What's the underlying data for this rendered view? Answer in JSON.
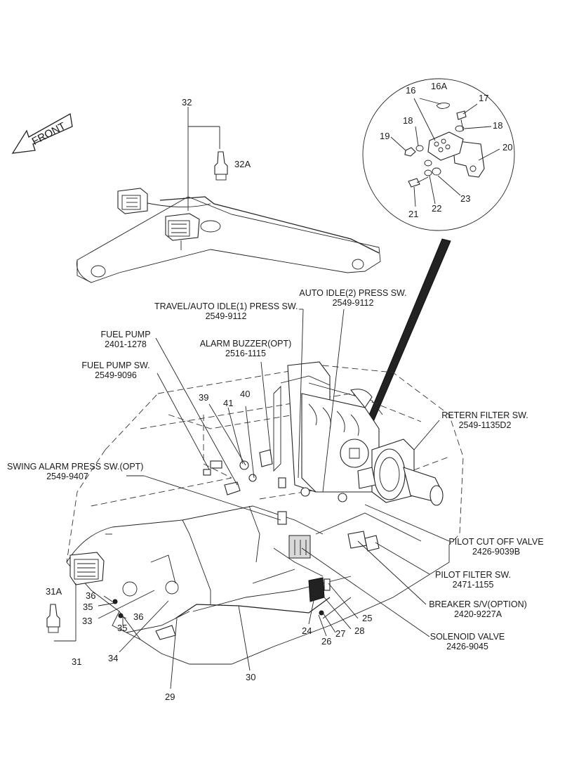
{
  "front_label": "FRONT",
  "callouts": [
    {
      "id": "c16",
      "text": "16"
    },
    {
      "id": "c16a",
      "text": "16A"
    },
    {
      "id": "c17",
      "text": "17"
    },
    {
      "id": "c18a",
      "text": "18"
    },
    {
      "id": "c18b",
      "text": "18"
    },
    {
      "id": "c19",
      "text": "19"
    },
    {
      "id": "c20",
      "text": "20"
    },
    {
      "id": "c21",
      "text": "21"
    },
    {
      "id": "c22",
      "text": "22"
    },
    {
      "id": "c23",
      "text": "23"
    },
    {
      "id": "c32",
      "text": "32"
    },
    {
      "id": "c32a",
      "text": "32A"
    },
    {
      "id": "c39",
      "text": "39"
    },
    {
      "id": "c40",
      "text": "40"
    },
    {
      "id": "c41",
      "text": "41"
    },
    {
      "id": "c31a",
      "text": "31A"
    },
    {
      "id": "c31",
      "text": "31"
    },
    {
      "id": "c36a",
      "text": "36"
    },
    {
      "id": "c35a",
      "text": "35"
    },
    {
      "id": "c33",
      "text": "33"
    },
    {
      "id": "c36b",
      "text": "36"
    },
    {
      "id": "c35b",
      "text": "35"
    },
    {
      "id": "c34",
      "text": "34"
    },
    {
      "id": "c29",
      "text": "29"
    },
    {
      "id": "c30",
      "text": "30"
    },
    {
      "id": "c24",
      "text": "24"
    },
    {
      "id": "c26",
      "text": "26"
    },
    {
      "id": "c27",
      "text": "27"
    },
    {
      "id": "c28",
      "text": "28"
    },
    {
      "id": "c25",
      "text": "25"
    }
  ],
  "labels": [
    {
      "id": "travel",
      "name": "TRAVEL/AUTO IDLE(1) PRESS SW.",
      "pn": "2549-9112"
    },
    {
      "id": "autoidle2",
      "name": "AUTO IDLE(2) PRESS SW.",
      "pn": "2549-9112"
    },
    {
      "id": "fuelpump",
      "name": "FUEL PUMP",
      "pn": "2401-1278"
    },
    {
      "id": "alarmbuzzer",
      "name": "ALARM BUZZER(OPT)",
      "pn": "2516-1115"
    },
    {
      "id": "fuelpumpsw",
      "name": "FUEL PUMP SW.",
      "pn": "2549-9096"
    },
    {
      "id": "swingalarm",
      "name": "SWING ALARM PRESS SW.(OPT)",
      "pn": "2549-9407"
    },
    {
      "id": "returnfilter",
      "name": "RETERN FILTER SW.",
      "pn": "2549-1135D2"
    },
    {
      "id": "pilotcutoff",
      "name": "PILOT CUT OFF VALVE",
      "pn": "2426-9039B"
    },
    {
      "id": "pilotfilter",
      "name": "PILOT FILTER SW.",
      "pn": "2471-1155"
    },
    {
      "id": "breaker",
      "name": "BREAKER S/V(OPTION)",
      "pn": "2420-9227A"
    },
    {
      "id": "solenoid",
      "name": "SOLENOID VALVE",
      "pn": "2426-9045"
    }
  ]
}
